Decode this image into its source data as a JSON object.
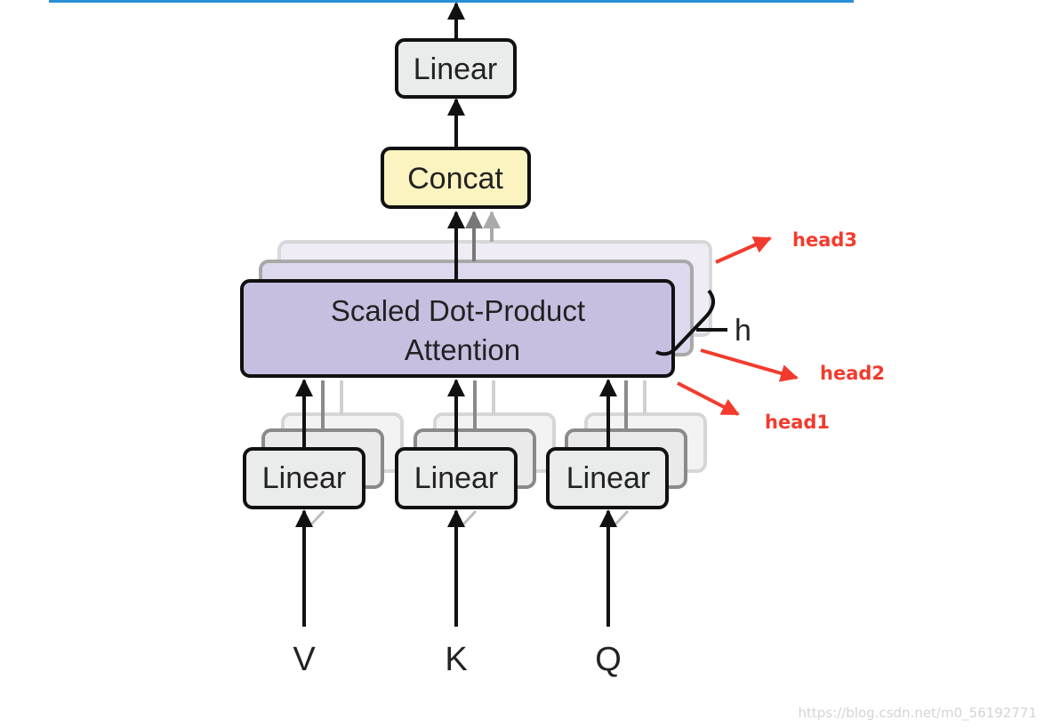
{
  "diagram": {
    "output_linear": "Linear",
    "concat": "Concat",
    "attention": {
      "line1": "Scaled Dot-Product",
      "line2": "Attention"
    },
    "h_label": "h",
    "input_linears": [
      "Linear",
      "Linear",
      "Linear"
    ],
    "inputs": [
      "V",
      "K",
      "Q"
    ]
  },
  "annotations": {
    "head3": "head3",
    "head2": "head2",
    "head1": "head1"
  },
  "watermark": "https://blog.csdn.net/m0_56192771",
  "colors": {
    "linear_fill": "#e9ecea",
    "concat_fill": "#fbf3c0",
    "attention_fill": "#c7bfe0",
    "annotation_red": "#f23b2e",
    "top_bar": "#2b8fd6"
  }
}
